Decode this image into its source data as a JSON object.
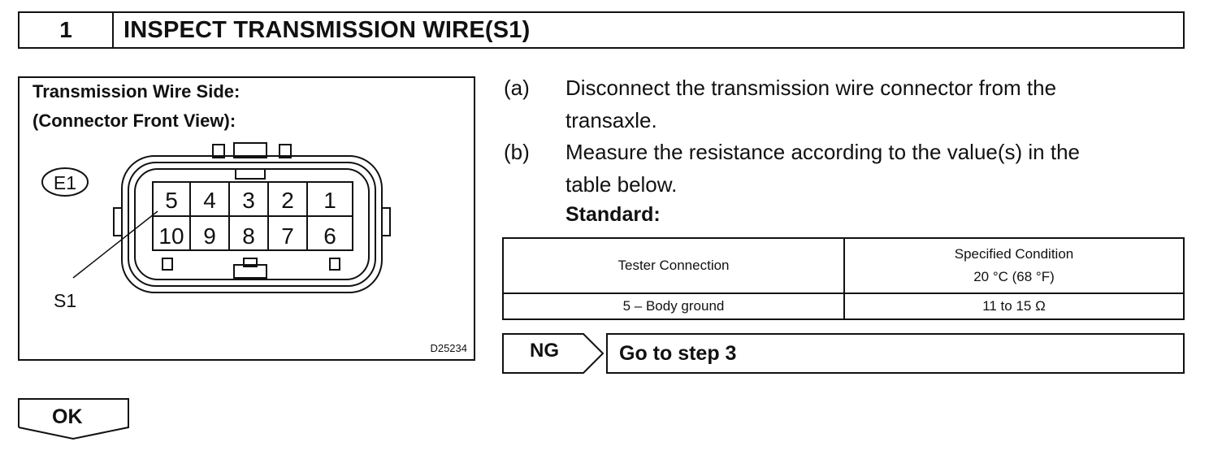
{
  "step": {
    "number": "1",
    "title": "INSPECT TRANSMISSION WIRE(S1)"
  },
  "figure": {
    "caption_line1": "Transmission Wire Side:",
    "caption_line2": "(Connector Front View):",
    "connector_id": "E1",
    "pins_top": [
      "5",
      "4",
      "3",
      "2",
      "1"
    ],
    "pins_bottom": [
      "10",
      "9",
      "8",
      "7",
      "6"
    ],
    "pointer_label": "S1",
    "figure_code": "D25234"
  },
  "instructions": [
    {
      "letter": "(a)",
      "line1": "Disconnect the transmission wire connector from the",
      "line2": "transaxle."
    },
    {
      "letter": "(b)",
      "line1": "Measure the resistance according to the value(s) in the",
      "line2": "table below."
    }
  ],
  "standard_label": "Standard:",
  "table": {
    "header_col1": "Tester Connection",
    "header_col2_line1": "Specified Condition",
    "header_col2_line2": "20 °C (68 °F)",
    "rows": [
      {
        "connection": "5 – Body ground",
        "condition": "11 to 15 Ω"
      }
    ]
  },
  "result_ng": {
    "label": "NG",
    "action": "Go to step 3"
  },
  "result_ok": {
    "label": "OK"
  }
}
